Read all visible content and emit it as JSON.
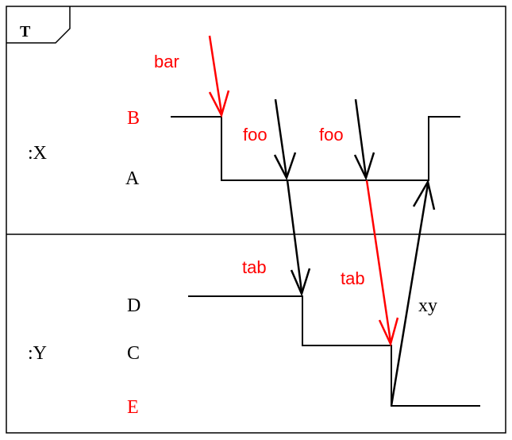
{
  "frame": {
    "tag": "T"
  },
  "lifelines": [
    {
      "label": ":X",
      "states": [
        {
          "label": "B",
          "color": "#ff0000"
        },
        {
          "label": "A",
          "color": "#000000"
        }
      ]
    },
    {
      "label": ":Y",
      "states": [
        {
          "label": "D",
          "color": "#000000"
        },
        {
          "label": "C",
          "color": "#000000"
        },
        {
          "label": "E",
          "color": "#ff0000"
        }
      ]
    }
  ],
  "messages": [
    {
      "label": "bar",
      "color": "#ff0000"
    },
    {
      "label": "foo",
      "color": "#000000"
    },
    {
      "label": "foo",
      "color": "#000000"
    },
    {
      "label": "tab",
      "color": "#000000"
    },
    {
      "label": "tab",
      "color": "#ff0000"
    },
    {
      "label": "xy",
      "color": "#000000"
    }
  ],
  "colors": {
    "highlight": "#ff0000",
    "default": "#000000"
  }
}
